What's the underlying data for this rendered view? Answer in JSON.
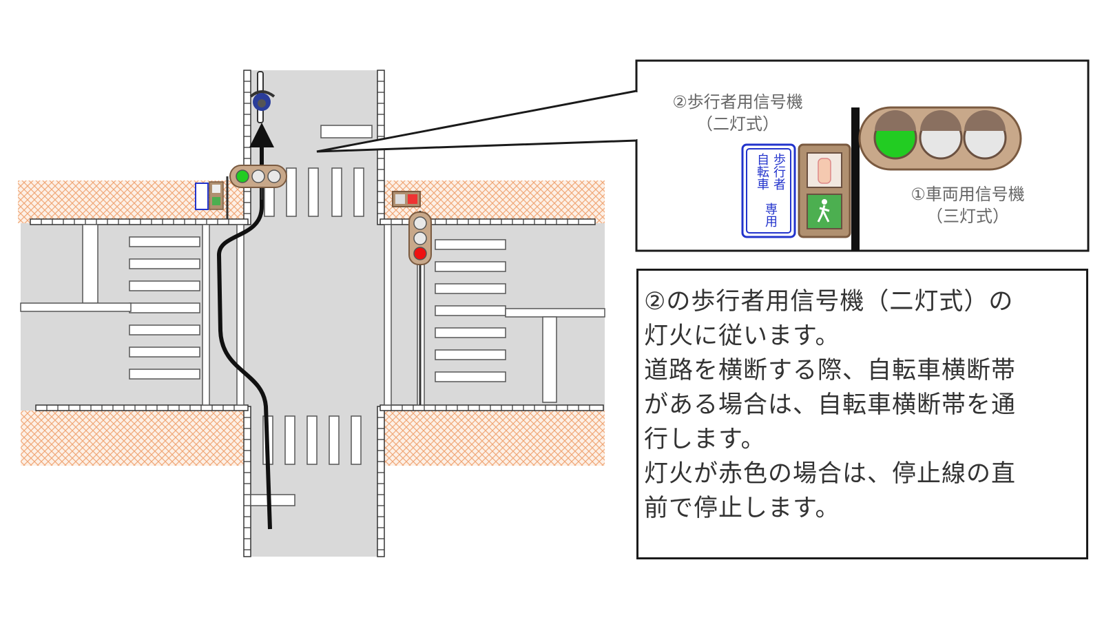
{
  "callout": {
    "pedestrian_signal_line1": "②歩行者用信号機",
    "pedestrian_signal_line2": "（二灯式）",
    "vehicle_signal_line1": "①車両用信号機",
    "vehicle_signal_line2": "（三灯式）",
    "sign_text_col1": "歩行者",
    "sign_text_col2": "自転車",
    "sign_text_bottom": "専用"
  },
  "explanation": {
    "lines": [
      "②の歩行者用信号機（二灯式）の",
      "灯火に従います。",
      "道路を横断する際、自転車横断帯",
      "がある場合は、自転車横断帯を通",
      "行します。",
      "灯火が赤色の場合は、停止線の直",
      "前で停止します。"
    ]
  },
  "colors": {
    "road": "#d9d9d9",
    "sidewalk_hatch": "#f0a878",
    "signal_body": "#8a6a50",
    "green_light": "#22cc22",
    "red_light": "#ee1111",
    "sign_blue": "#2233cc"
  }
}
